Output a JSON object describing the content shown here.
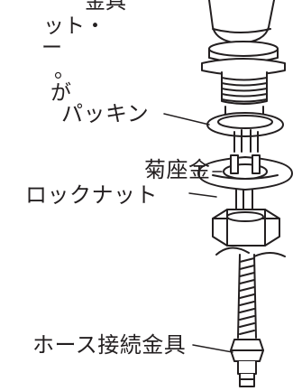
{
  "note_lines": [
    "金具",
    "ット・",
    "ー",
    "。",
    "が"
  ],
  "labels": {
    "packing": "パッキン",
    "washer": "菊座金",
    "locknut": "ロックナット",
    "hose_fitting": "ホース接続金具"
  },
  "colors": {
    "line": "#231f20",
    "fill": "#ffffff",
    "shade": "#dcdcdc"
  }
}
